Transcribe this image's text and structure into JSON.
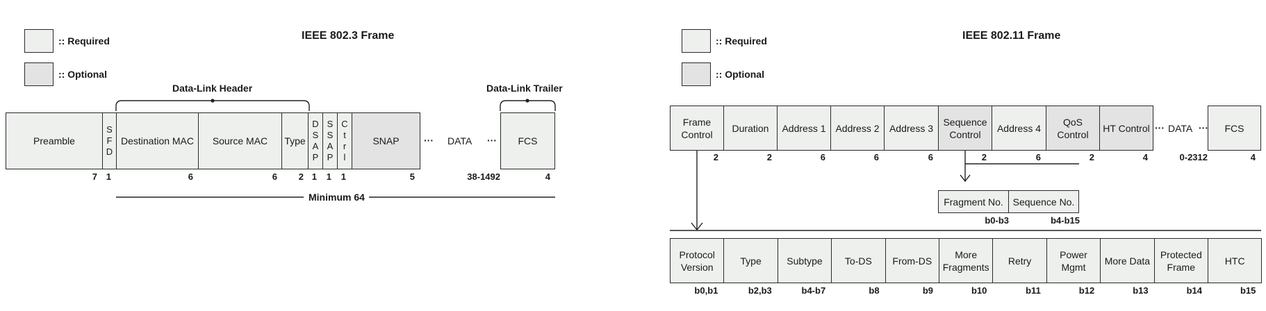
{
  "legend": {
    "required": ":: Required",
    "optional": ":: Optional"
  },
  "left": {
    "title": "IEEE 802.3 Frame",
    "header_label": "Data-Link Header",
    "trailer_label": "Data-Link Trailer",
    "minimum_label": "Minimum 64",
    "fields": {
      "preamble": "Preamble",
      "sfd": [
        "S",
        "F",
        "D"
      ],
      "dest_mac": "Destination MAC",
      "src_mac": "Source MAC",
      "type": "Type",
      "dsap": [
        "D",
        "S",
        "A",
        "P"
      ],
      "ssap": [
        "S",
        "S",
        "A",
        "P"
      ],
      "ctrl": [
        "C",
        "t",
        "r",
        "l"
      ],
      "snap": "SNAP",
      "data": "DATA",
      "fcs": "FCS",
      "ellipsis": "···"
    },
    "sizes": {
      "preamble": "7",
      "sfd": "1",
      "dest_mac": "6",
      "src_mac": "6",
      "type": "2",
      "dsap": "1",
      "ssap": "1",
      "ctrl": "1",
      "snap": "5",
      "data": "38-1492",
      "fcs": "4"
    }
  },
  "right": {
    "title": "IEEE 802.11 Frame",
    "fields": {
      "frame_control": [
        "Frame",
        "Control"
      ],
      "duration": "Duration",
      "address1": "Address 1",
      "address2": "Address 2",
      "address3": "Address 3",
      "sequence_control": [
        "Sequence",
        "Control"
      ],
      "address4": "Address 4",
      "qos_control": [
        "QoS",
        "Control"
      ],
      "ht_control": "HT Control",
      "data": "DATA",
      "fcs": "FCS",
      "ellipsis": "···"
    },
    "sizes": {
      "frame_control": "2",
      "duration": "2",
      "address1": "6",
      "address2": "6",
      "address3": "6",
      "sequence_control": "2",
      "address4": "6",
      "qos_control": "2",
      "ht_control": "4",
      "data": "0-2312",
      "fcs": "4"
    },
    "sequence_sub": {
      "fragment": "Fragment No.",
      "sequence": "Sequence No.",
      "fragment_bits": "b0-b3",
      "sequence_bits": "b4-b15"
    },
    "frame_control_sub": [
      {
        "label": [
          "Protocol",
          "Version"
        ],
        "bits": "b0,b1"
      },
      {
        "label": [
          "Type"
        ],
        "bits": "b2,b3"
      },
      {
        "label": [
          "Subtype"
        ],
        "bits": "b4-b7"
      },
      {
        "label": [
          "To-DS"
        ],
        "bits": "b8"
      },
      {
        "label": [
          "From-DS"
        ],
        "bits": "b9"
      },
      {
        "label": [
          "More",
          "Fragments"
        ],
        "bits": "b10"
      },
      {
        "label": [
          "Retry"
        ],
        "bits": "b11"
      },
      {
        "label": [
          "Power",
          "Mgmt"
        ],
        "bits": "b12"
      },
      {
        "label": [
          "More Data"
        ],
        "bits": "b13"
      },
      {
        "label": [
          "Protected",
          "Frame"
        ],
        "bits": "b14"
      },
      {
        "label": [
          "HTC"
        ],
        "bits": "b15"
      }
    ]
  }
}
